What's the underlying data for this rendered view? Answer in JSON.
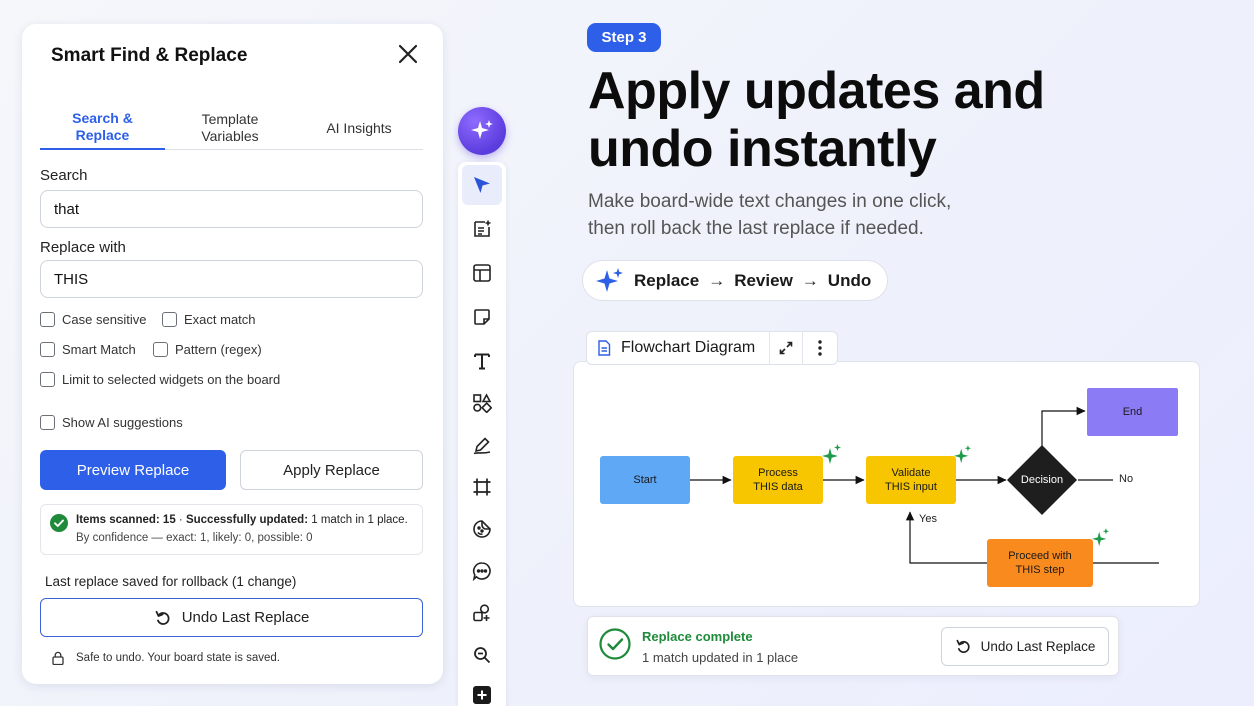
{
  "panel": {
    "title": "Smart Find & Replace",
    "tabs": [
      {
        "line1": "Search &",
        "line2": "Replace"
      },
      {
        "line1": "Template",
        "line2": "Variables"
      },
      {
        "line1": "AI Insights",
        "line2": ""
      }
    ],
    "search_label": "Search",
    "search_value": "that",
    "replace_label": "Replace with",
    "replace_value": "THIS",
    "options": {
      "case_sensitive": "Case sensitive",
      "exact_match": "Exact match",
      "smart_match": "Smart Match",
      "pattern": "Pattern (regex)",
      "limit_selected": "Limit to selected widgets on the board",
      "show_ai": "Show AI suggestions"
    },
    "preview_button": "Preview Replace",
    "apply_button": "Apply Replace",
    "result": {
      "scanned_label": "Items scanned: 15",
      "separator": "·",
      "updated_label": "Successfully updated:",
      "updated_text": "1 match in 1 place.",
      "confidence": "By confidence — exact: 1, likely: 0, possible: 0"
    },
    "rollback_label": "Last replace saved for rollback (1 change)",
    "undo_button": "Undo Last Replace",
    "safe_note": "Safe to undo. Your board state is saved."
  },
  "hero": {
    "step_badge": "Step 3",
    "headline_line1": "Apply updates and",
    "headline_line2": "undo instantly",
    "sub_line1": "Make board-wide text changes in one click,",
    "sub_line2": "then roll back the last replace if needed.",
    "flow": {
      "step1": "Replace",
      "step2": "Review",
      "step3": "Undo",
      "arrow": "→"
    }
  },
  "canvas": {
    "title": "Flowchart Diagram",
    "nodes": {
      "start": "Start",
      "process_l1": "Process",
      "process_l2": "THIS data",
      "validate_l1": "Validate",
      "validate_l2": "THIS input",
      "decision": "Decision",
      "end": "End",
      "proceed_l1": "Proceed with",
      "proceed_l2": "THIS step"
    },
    "labels": {
      "no": "No",
      "yes": "Yes"
    }
  },
  "toast": {
    "title": "Replace complete",
    "subtitle": "1 match updated in 1 place",
    "undo_button": "Undo Last Replace"
  },
  "colors": {
    "accent": "#2d5fe8",
    "success": "#1e8a3a",
    "node_start": "#5fa8f5",
    "node_process": "#f7c600",
    "node_end": "#8b7cf6",
    "node_proceed": "#f98a1e",
    "node_decision": "#1e1e1e"
  }
}
